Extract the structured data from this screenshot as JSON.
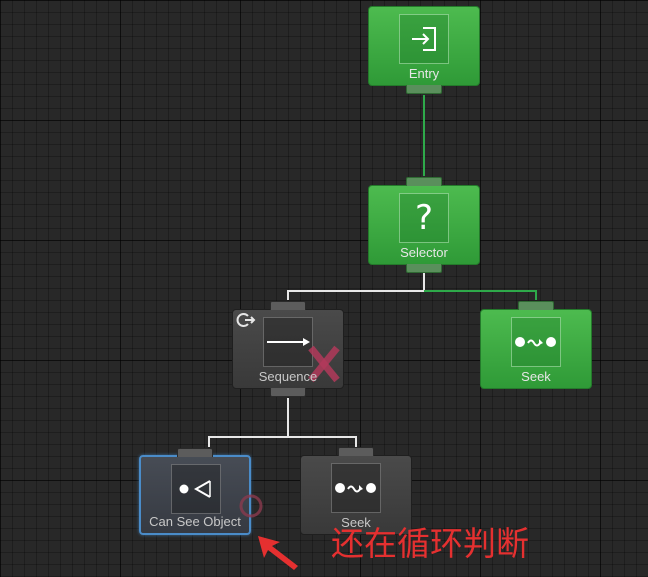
{
  "canvas": {
    "type": "behavior-tree-editor"
  },
  "nodes": {
    "entry": {
      "label": "Entry",
      "icon": "entry-icon",
      "color": "#3bab41"
    },
    "selector": {
      "label": "Selector",
      "icon": "question-icon",
      "glyph": "?",
      "color": "#3bab41"
    },
    "seek_right": {
      "label": "Seek",
      "icon": "seek-icon",
      "color": "#3bab41"
    },
    "sequence": {
      "label": "Sequence",
      "icon": "arrow-right-icon",
      "color": "#404040",
      "badges": [
        "repeat-icon",
        "failure-x-icon"
      ]
    },
    "can_see": {
      "label": "Can See Object",
      "icon": "eye-cone-icon",
      "color": "#3c4048",
      "selected": true
    },
    "seek_bottom": {
      "label": "Seek",
      "icon": "seek-icon",
      "color": "#404040"
    }
  },
  "links": {
    "active_color": "#2eaa4a",
    "inactive_color": "#e8e8e8"
  },
  "annotation": {
    "text": "还在循环判断",
    "color": "#e53030"
  }
}
